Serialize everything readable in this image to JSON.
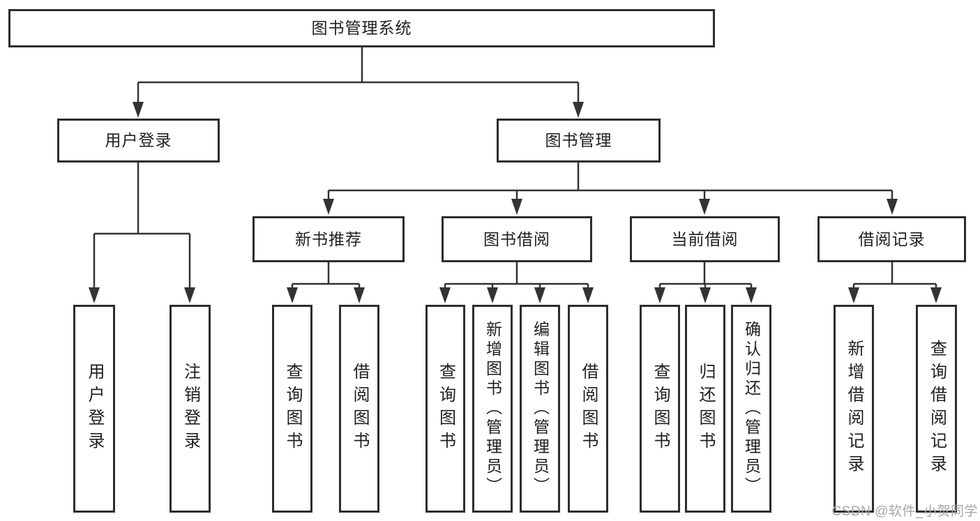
{
  "tree": {
    "root": "图书管理系统",
    "branches": [
      {
        "label": "用户登录",
        "leaves": [
          "用户登录",
          "注销登录"
        ]
      },
      {
        "label": "图书管理",
        "sections": [
          {
            "label": "新书推荐",
            "leaves": [
              "查询图书",
              "借阅图书"
            ]
          },
          {
            "label": "图书借阅",
            "leaves": [
              "查询图书",
              "新增图书（管理员）",
              "编辑图书（管理员）",
              "借阅图书"
            ]
          },
          {
            "label": "当前借阅",
            "leaves": [
              "查询图书",
              "归还图书",
              "确认归还（管理员）"
            ]
          },
          {
            "label": "借阅记录",
            "leaves": [
              "新增借阅记录",
              "查询借阅记录"
            ]
          }
        ]
      }
    ]
  },
  "colors": {
    "line": "#333333",
    "border": "#2d2d2d",
    "text": "#1f1f1f",
    "watermark": "#a6a6a6"
  },
  "watermark": "CSDN @软件_小贺同学"
}
